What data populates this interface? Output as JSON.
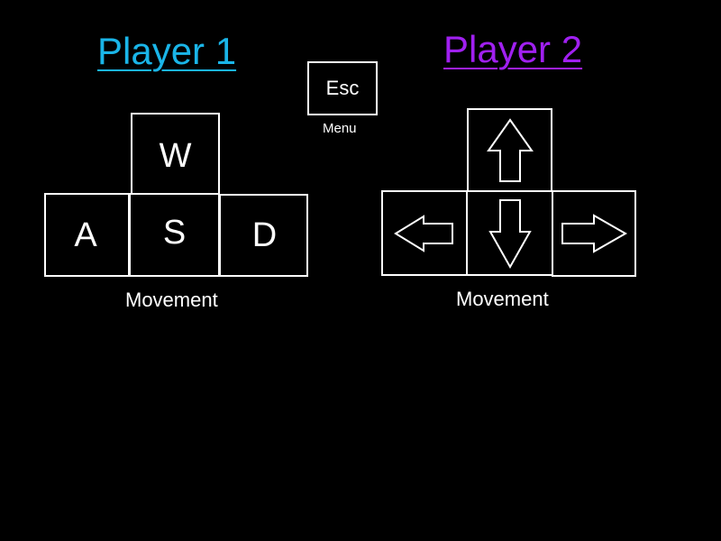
{
  "player1": {
    "title": "Player 1",
    "title_color": "#1ab5e8",
    "keys": {
      "up": "W",
      "left": "A",
      "down": "S",
      "right": "D"
    },
    "caption": "Movement"
  },
  "player2": {
    "title": "Player 2",
    "title_color": "#a020f0",
    "keys": {
      "up": "up-arrow-icon",
      "left": "left-arrow-icon",
      "down": "down-arrow-icon",
      "right": "right-arrow-icon"
    },
    "caption": "Movement"
  },
  "menu": {
    "key_label": "Esc",
    "caption": "Menu"
  },
  "colors": {
    "background": "#000000",
    "foreground": "#ffffff"
  }
}
